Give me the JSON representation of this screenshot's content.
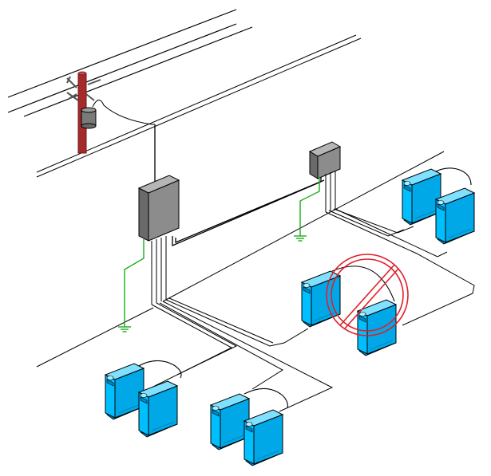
{
  "diagram": {
    "subject": "power-distribution-grounding",
    "colors": {
      "pole": "#a52a2a",
      "pole_dark": "#7e1f1f",
      "panel": "#8c8c8c",
      "panel_dark": "#6a6a6a",
      "panel_light": "#b5b5b5",
      "ground": "#1aad1a",
      "wire": "#000000",
      "server": "#00bfff",
      "server_dark": "#0089c7",
      "server_light": "#7fe0ff",
      "prohibited": "#e0202a"
    },
    "icons": {
      "utility_pole": "utility-pole-icon",
      "transformer": "transformer-icon",
      "main_panel": "main-panel-icon",
      "sub_panel": "sub-panel-icon",
      "ground": "ground-icon",
      "server": "server-icon",
      "prohibited": "prohibited-icon"
    },
    "server_groups": [
      {
        "id": "back-right-pair",
        "prohibited": false
      },
      {
        "id": "middle-right-pair",
        "prohibited": true
      },
      {
        "id": "front-left-pair",
        "prohibited": false
      },
      {
        "id": "front-middle-pair",
        "prohibited": false
      }
    ]
  }
}
